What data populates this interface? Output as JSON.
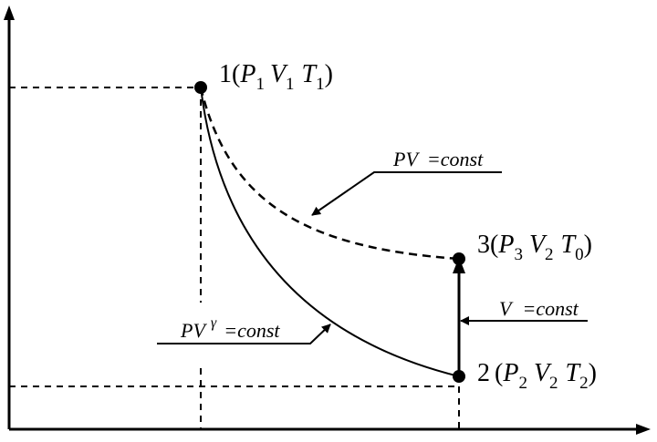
{
  "colors": {
    "ink": "#000000",
    "background": "#ffffff"
  },
  "points": {
    "p1": {
      "num": "1",
      "open": "(",
      "P": "P",
      "Psub": "1",
      "V": "V",
      "Vsub": "1",
      "T": "T",
      "Tsub": "1",
      "close": ")"
    },
    "p2": {
      "num": "2",
      "open": "(",
      "P": "P",
      "Psub": "2",
      "V": "V",
      "Vsub": "2",
      "T": "T",
      "Tsub": "2",
      "close": ")"
    },
    "p3": {
      "num": "3",
      "open": "(",
      "P": "P",
      "Psub": "3",
      "V": "V",
      "Vsub": "2",
      "T": "T",
      "Tsub": "0",
      "close": ")"
    }
  },
  "curves": {
    "isotherm": {
      "lhs": "PV",
      "eq": "=",
      "rhs": "const"
    },
    "adiabat": {
      "lhs": "PV",
      "exp": "γ",
      "eq": "=",
      "rhs": "const"
    },
    "isochore": {
      "lhs": "V",
      "eq": "=",
      "rhs": "const"
    }
  }
}
